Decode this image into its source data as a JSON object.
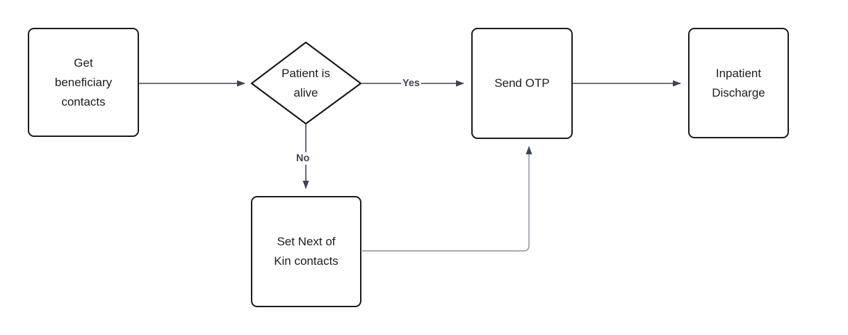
{
  "diagram": {
    "type": "flowchart",
    "background": "#ffffff",
    "colors": {
      "node_border": "#18191b",
      "node_fill": "#ffffff",
      "node_text": "#1c1d1f",
      "connector": "#3d4451",
      "connector_light": "#878d99",
      "edge_label": "#3f4754"
    },
    "nodes": [
      {
        "id": "get-beneficiary-contacts",
        "type": "process",
        "label": "Get beneficiary contacts"
      },
      {
        "id": "patient-is-alive",
        "type": "decision",
        "label": "Patient is alive"
      },
      {
        "id": "send-otp",
        "type": "process",
        "label": "Send OTP"
      },
      {
        "id": "inpatient-discharge",
        "type": "process",
        "label": "Inpatient Discharge"
      },
      {
        "id": "set-next-of-kin-contacts",
        "type": "process",
        "label": "Set Next of Kin contacts"
      }
    ],
    "edges": [
      {
        "from": "get-beneficiary-contacts",
        "to": "patient-is-alive",
        "label": ""
      },
      {
        "from": "patient-is-alive",
        "to": "send-otp",
        "label": "Yes"
      },
      {
        "from": "patient-is-alive",
        "to": "set-next-of-kin-contacts",
        "label": "No"
      },
      {
        "from": "send-otp",
        "to": "inpatient-discharge",
        "label": ""
      },
      {
        "from": "set-next-of-kin-contacts",
        "to": "send-otp",
        "label": ""
      }
    ]
  }
}
